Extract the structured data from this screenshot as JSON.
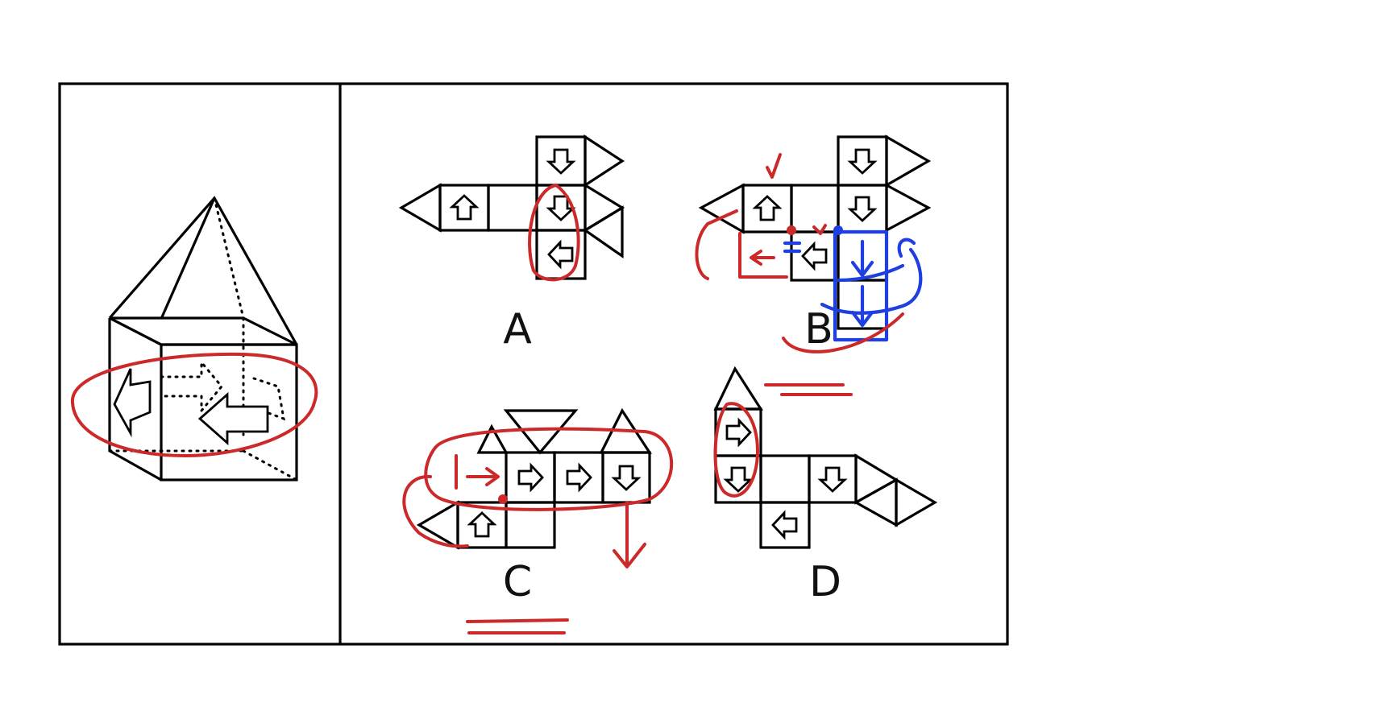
{
  "figure": {
    "options": [
      {
        "id": "option-a",
        "label": "A"
      },
      {
        "id": "option-b",
        "label": "B"
      },
      {
        "id": "option-c",
        "label": "C"
      },
      {
        "id": "option-d",
        "label": "D"
      }
    ]
  },
  "colors": {
    "line": "#000000",
    "background": "#ffffff",
    "annotation_red": "#cc2a2a",
    "annotation_blue": "#1f3fe0"
  },
  "icons": [
    "arrow-up-icon",
    "arrow-down-icon",
    "arrow-left-icon",
    "arrow-right-icon"
  ]
}
